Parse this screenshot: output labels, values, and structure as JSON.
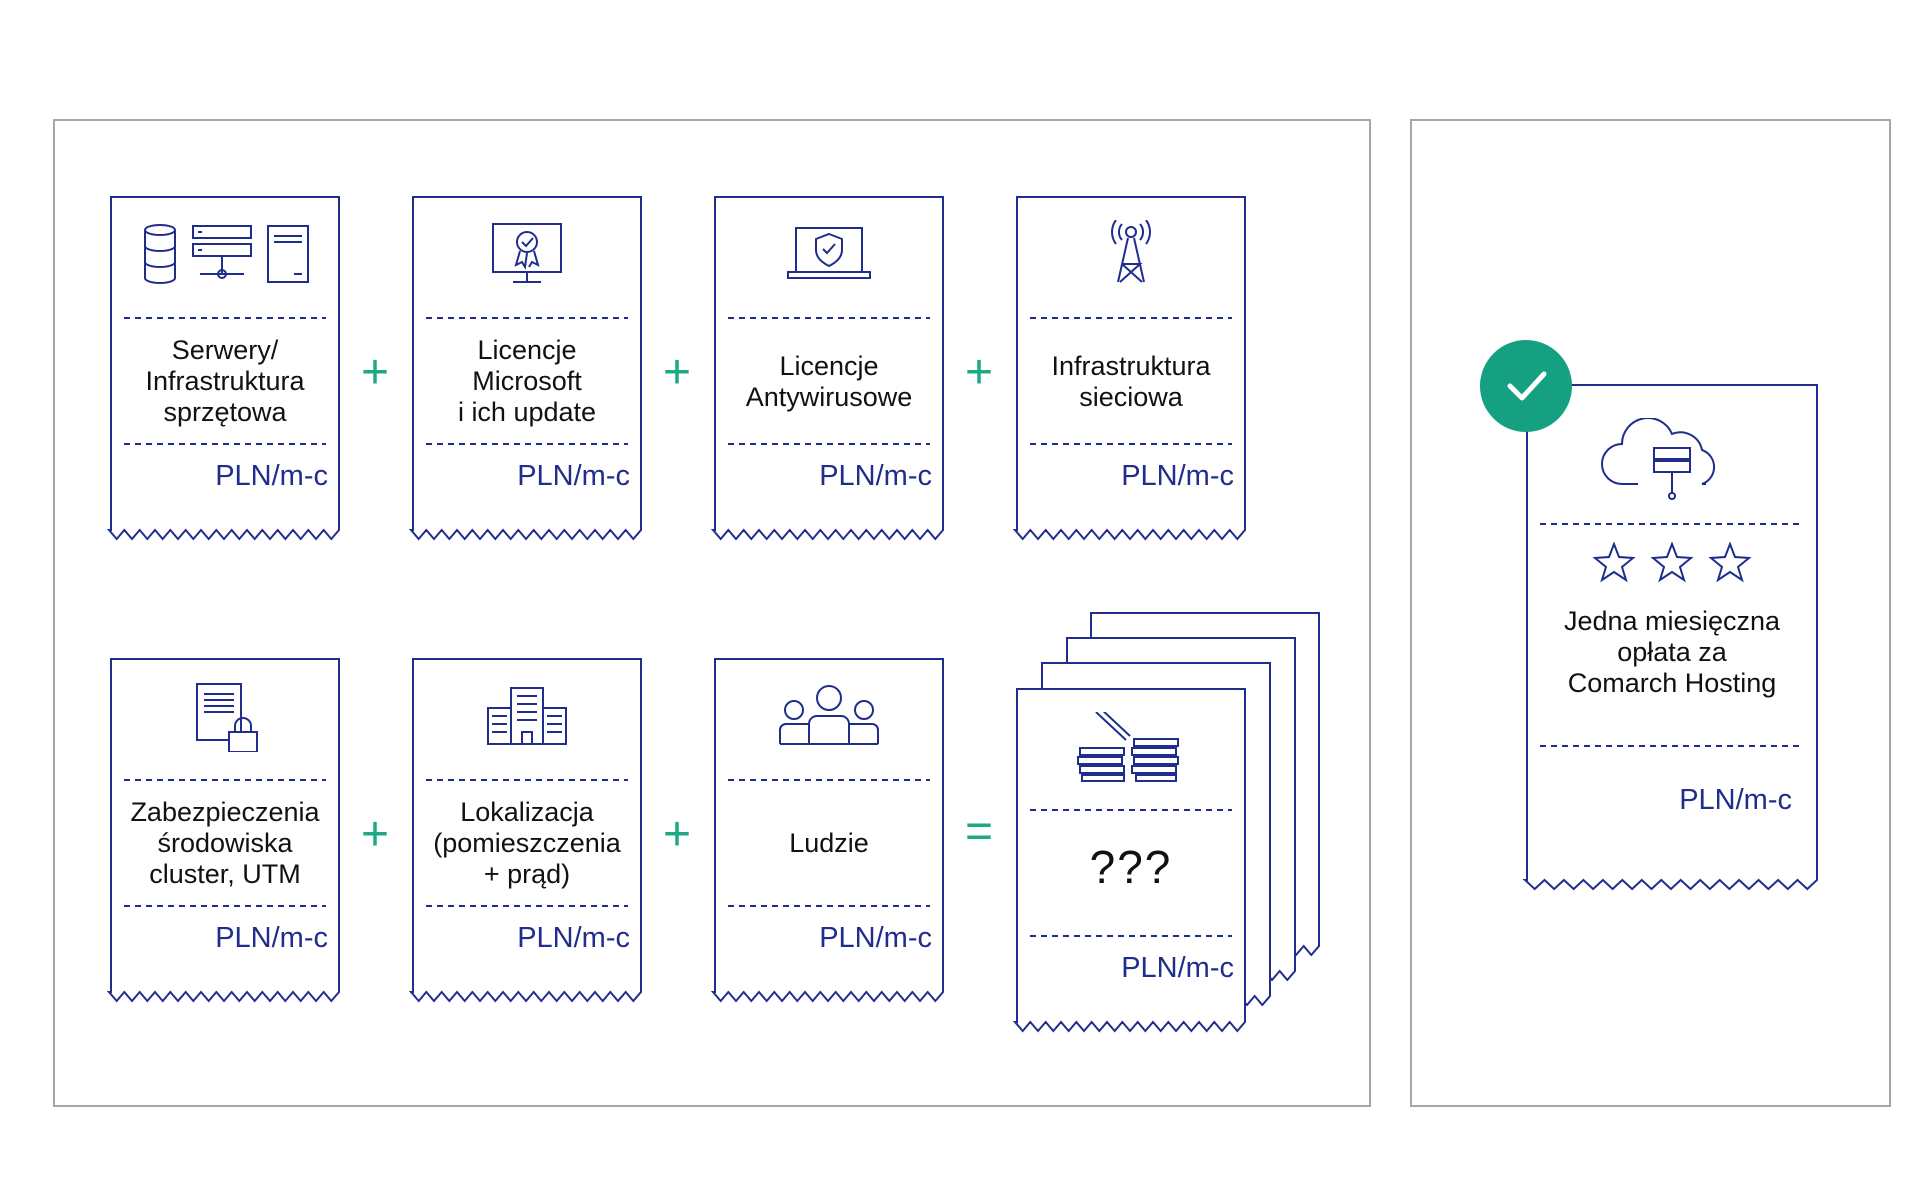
{
  "cost_items": [
    {
      "label": "Serwery/\nInfrastruktura\nsprzętowa",
      "price": "PLN/m-c",
      "icon": "server-infrastructure-icon"
    },
    {
      "label": "Licencje\nMicrosoft\ni ich update",
      "price": "PLN/m-c",
      "icon": "certified-monitor-icon"
    },
    {
      "label": "Licencje\nAntywirusowe",
      "price": "PLN/m-c",
      "icon": "laptop-shield-icon"
    },
    {
      "label": "Infrastruktura\nsieciowa",
      "price": "PLN/m-c",
      "icon": "antenna-tower-icon"
    },
    {
      "label": "Zabezpieczenia\nśrodowiska\ncluster, UTM",
      "price": "PLN/m-c",
      "icon": "document-lock-icon"
    },
    {
      "label": "Lokalizacja\n(pomieszczenia\n+ prąd)",
      "price": "PLN/m-c",
      "icon": "office-building-icon"
    },
    {
      "label": "Ludzie",
      "price": "PLN/m-c",
      "icon": "people-group-icon"
    }
  ],
  "operators": {
    "plus": "+",
    "equals": "="
  },
  "total": {
    "label": "???",
    "price": "PLN/m-c",
    "icon": "stacked-costs-icon"
  },
  "hosting": {
    "label": "Jedna miesięczna\nopłata za\nComarch Hosting",
    "price": "PLN/m-c",
    "icon": "cloud-server-icon",
    "stars": 3
  },
  "colors": {
    "navy": "#1f2d8c",
    "green": "#14a081",
    "border": "#a6a6a6"
  }
}
